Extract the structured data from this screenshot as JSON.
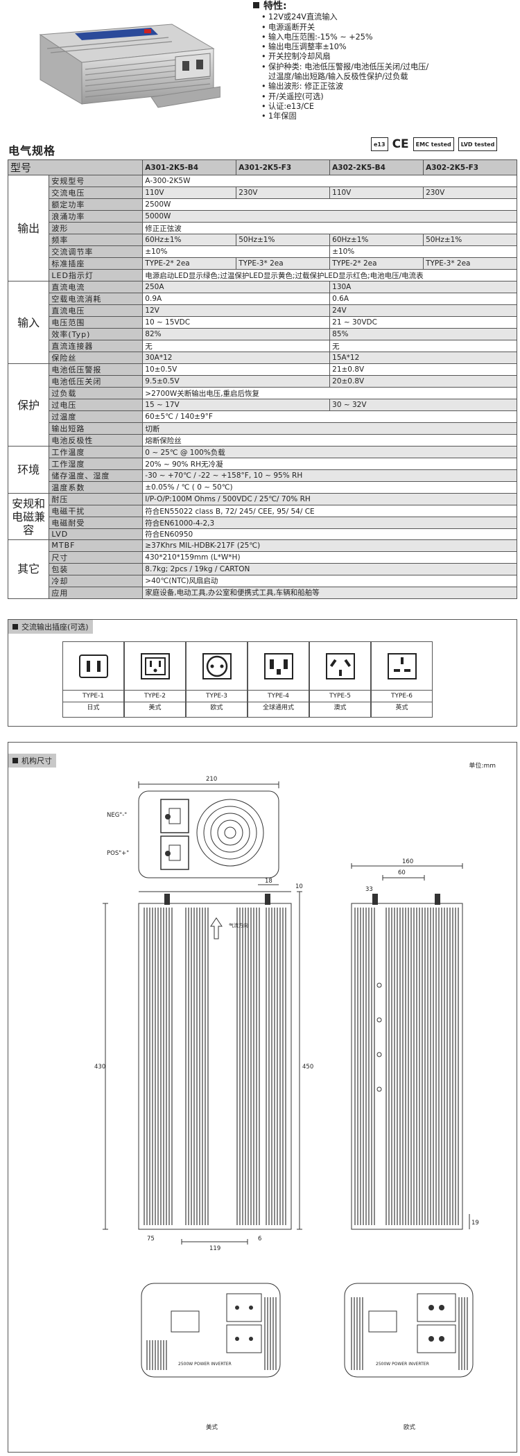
{
  "features": {
    "title": "特性:",
    "items": [
      "12V或24V直流输入",
      "电源遥断开关",
      "输入电压范围:-15% ~ +25%",
      "输出电压调整率±10%",
      "开关控制冷却风扇",
      "保护种类: 电池低压警报/电池低压关闭/过电压/",
      "过温度/输出短路/输入反极性保护/过负载",
      "输出波形: 修正正弦波",
      "开/关遥控(可选)",
      "认证:e13/CE",
      "1年保固"
    ]
  },
  "certs": [
    "e13",
    "CE",
    "EMC tested",
    "LVD tested"
  ],
  "spec_title": "电气规格",
  "spec": {
    "header": [
      "型号",
      "A301-2K5-B4",
      "A301-2K5-F3",
      "A302-2K5-B4",
      "A302-2K5-F3"
    ],
    "groups": [
      {
        "cat": "输出",
        "rows": [
          {
            "label": "安规型号",
            "cells": [
              [
                "A-300-2K5W",
                4
              ]
            ]
          },
          {
            "label": "交流电压",
            "cells": [
              [
                "110V",
                1
              ],
              [
                "230V",
                1
              ],
              [
                "110V",
                1
              ],
              [
                "230V",
                1
              ]
            ]
          },
          {
            "label": "额定功率",
            "cells": [
              [
                "2500W",
                4
              ]
            ]
          },
          {
            "label": "浪涌功率",
            "cells": [
              [
                "5000W",
                4
              ]
            ]
          },
          {
            "label": "波形",
            "cells": [
              [
                "修正正弦波",
                4
              ]
            ]
          },
          {
            "label": "频率",
            "cells": [
              [
                "60Hz±1%",
                1
              ],
              [
                "50Hz±1%",
                1
              ],
              [
                "60Hz±1%",
                1
              ],
              [
                "50Hz±1%",
                1
              ]
            ]
          },
          {
            "label": "交流调节率",
            "cells": [
              [
                "±10%",
                2
              ],
              [
                "±10%",
                2
              ]
            ]
          },
          {
            "label": "标准插座",
            "cells": [
              [
                "TYPE-2* 2ea",
                1
              ],
              [
                "TYPE-3* 2ea",
                1
              ],
              [
                "TYPE-2* 2ea",
                1
              ],
              [
                "TYPE-3* 2ea",
                1
              ]
            ]
          },
          {
            "label": "LED指示灯",
            "cells": [
              [
                "电源启动LED显示绿色;过温保护LED显示黄色;过载保护LED显示红色;电池电压/电流表",
                4
              ]
            ]
          }
        ]
      },
      {
        "cat": "输入",
        "rows": [
          {
            "label": "直流电流",
            "cells": [
              [
                "250A",
                2
              ],
              [
                "130A",
                2
              ]
            ]
          },
          {
            "label": "空载电流消耗",
            "cells": [
              [
                "0.9A",
                2
              ],
              [
                "0.6A",
                2
              ]
            ]
          },
          {
            "label": "直流电压",
            "cells": [
              [
                "12V",
                2
              ],
              [
                "24V",
                2
              ]
            ]
          },
          {
            "label": "电压范围",
            "cells": [
              [
                "10 ~ 15VDC",
                2
              ],
              [
                "21 ~ 30VDC",
                2
              ]
            ]
          },
          {
            "label": "效率(Typ)",
            "cells": [
              [
                "82%",
                2
              ],
              [
                "85%",
                2
              ]
            ]
          },
          {
            "label": "直流连接器",
            "cells": [
              [
                "无",
                2
              ],
              [
                "无",
                2
              ]
            ]
          },
          {
            "label": "保险丝",
            "cells": [
              [
                "30A*12",
                2
              ],
              [
                "15A*12",
                2
              ]
            ]
          }
        ]
      },
      {
        "cat": "保护",
        "rows": [
          {
            "label": "电池低压警报",
            "cells": [
              [
                "10±0.5V",
                2
              ],
              [
                "21±0.8V",
                2
              ]
            ]
          },
          {
            "label": "电池低压关闭",
            "cells": [
              [
                "9.5±0.5V",
                2
              ],
              [
                "20±0.8V",
                2
              ]
            ]
          },
          {
            "label": "过负载",
            "cells": [
              [
                ">2700W关断输出电压,重启后恢复",
                4
              ]
            ]
          },
          {
            "label": "过电压",
            "cells": [
              [
                "15 ~ 17V",
                2
              ],
              [
                "30 ~ 32V",
                2
              ]
            ]
          },
          {
            "label": "过温度",
            "cells": [
              [
                "60±5℃ / 140±9°F",
                4
              ]
            ]
          },
          {
            "label": "输出短路",
            "cells": [
              [
                "切断",
                4
              ]
            ]
          },
          {
            "label": "电池反极性",
            "cells": [
              [
                "熔断保险丝",
                4
              ]
            ]
          }
        ]
      },
      {
        "cat": "环境",
        "rows": [
          {
            "label": "工作温度",
            "cells": [
              [
                "0 ~ 25℃ @ 100%负载",
                4
              ]
            ]
          },
          {
            "label": "工作湿度",
            "cells": [
              [
                "20% ~ 90% RH无冷凝",
                4
              ]
            ]
          },
          {
            "label": "储存温度、湿度",
            "cells": [
              [
                "-30 ~ +70℃ / -22 ~ +158°F, 10 ~ 95% RH",
                4
              ]
            ]
          },
          {
            "label": "温度系数",
            "cells": [
              [
                "±0.05% / ℃ ( 0 ~ 50℃)",
                4
              ]
            ]
          }
        ]
      },
      {
        "cat": "安规和电磁兼容",
        "rows": [
          {
            "label": "耐压",
            "cells": [
              [
                "I/P-O/P:100M Ohms / 500VDC / 25℃/ 70% RH",
                4
              ]
            ]
          },
          {
            "label": "电磁干扰",
            "cells": [
              [
                "符合EN55022 class B, 72/ 245/ CEE, 95/ 54/ CE",
                4
              ]
            ]
          },
          {
            "label": "电磁耐受",
            "cells": [
              [
                "符合EN61000-4-2,3",
                4
              ]
            ]
          },
          {
            "label": "LVD",
            "cells": [
              [
                "符合EN60950",
                4
              ]
            ]
          }
        ]
      },
      {
        "cat": "其它",
        "rows": [
          {
            "label": "MTBF",
            "cells": [
              [
                "≥37Khrs  MIL-HDBK-217F (25℃)",
                4
              ]
            ]
          },
          {
            "label": "尺寸",
            "cells": [
              [
                "430*210*159mm (L*W*H)",
                4
              ]
            ]
          },
          {
            "label": "包装",
            "cells": [
              [
                "8.7kg; 2pcs / 19kg / CARTON",
                4
              ]
            ]
          },
          {
            "label": "冷却",
            "cells": [
              [
                ">40℃(NTC)风扇启动",
                4
              ]
            ]
          },
          {
            "label": "应用",
            "cells": [
              [
                "家庭设备,电动工具,办公室和便携式工具,车辆和船舶等",
                4
              ]
            ]
          }
        ]
      }
    ]
  },
  "sockets": {
    "title": "交流输出插座(可选)",
    "items": [
      {
        "type": "TYPE-1",
        "name": "日式"
      },
      {
        "type": "TYPE-2",
        "name": "美式"
      },
      {
        "type": "TYPE-3",
        "name": "欧式"
      },
      {
        "type": "TYPE-4",
        "name": "全球通用式"
      },
      {
        "type": "TYPE-5",
        "name": "澳式"
      },
      {
        "type": "TYPE-6",
        "name": "英式"
      }
    ]
  },
  "drawing": {
    "title": "机构尺寸",
    "unit": "单位:mm",
    "dims": {
      "top_width": "210",
      "length_outer": "430",
      "length_inner": "450",
      "side_width": "160",
      "side_inner": "60",
      "d18": "18",
      "d10": "10",
      "d119": "119",
      "d19": "19",
      "d75": "75",
      "d33": "33",
      "d6": "6"
    },
    "neg_label": "NEG\"-\"",
    "pos_label": "POS\"+\"",
    "front_label": "2500W POWER INVERTER",
    "caption_us": "美式",
    "caption_eu": "欧式",
    "airflow": "气流方向"
  }
}
